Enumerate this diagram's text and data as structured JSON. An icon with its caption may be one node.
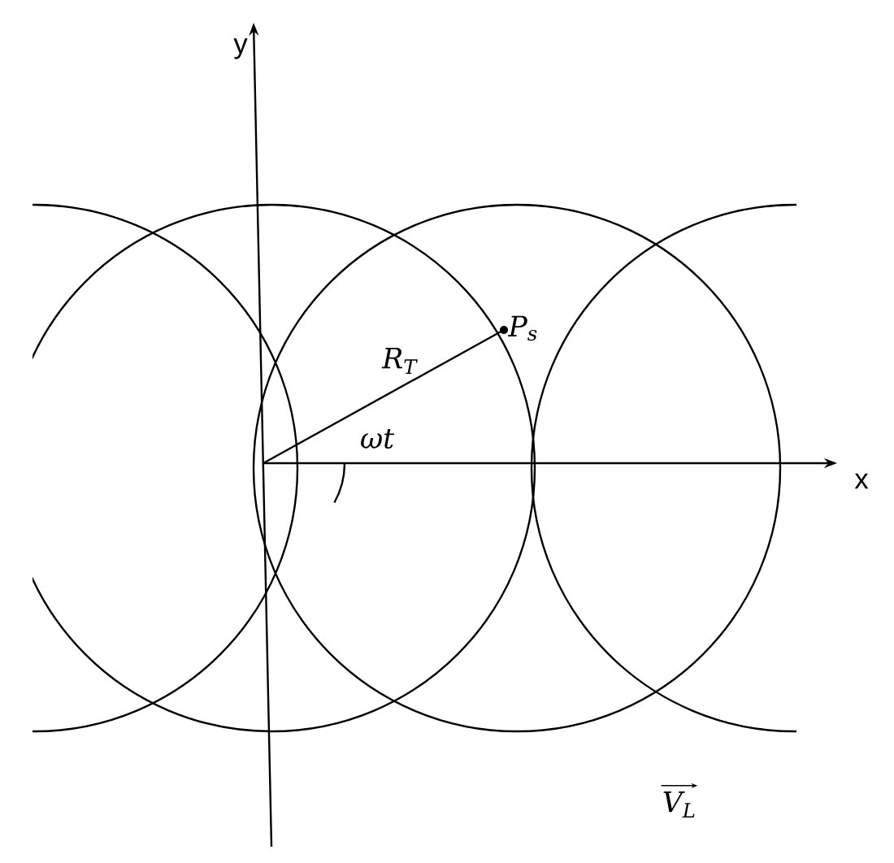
{
  "diagram": {
    "labels": [
      "y",
      "R$_{T}$",
      "P$_{s}$",
      "ωt",
      "x",
      "V$_{L}$"
    ]
  }
}
